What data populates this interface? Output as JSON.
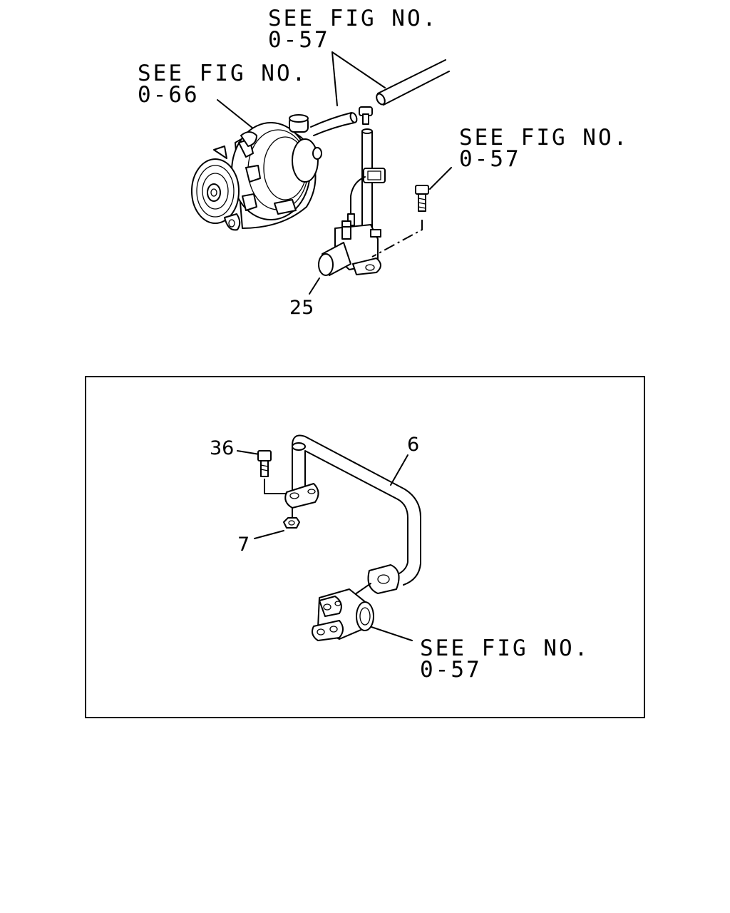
{
  "callouts": {
    "top_center": {
      "line1": "SEE FIG NO.",
      "line2": "0-57"
    },
    "top_left": {
      "line1": "SEE FIG NO.",
      "line2": "0-66"
    },
    "top_right": {
      "line1": "SEE FIG NO.",
      "line2": "0-57"
    },
    "inset_bottom": {
      "line1": "SEE FIG NO.",
      "line2": "0-57"
    }
  },
  "part_numbers": {
    "valve": "25",
    "pipe": "6",
    "bolt": "36",
    "nut": "7"
  }
}
